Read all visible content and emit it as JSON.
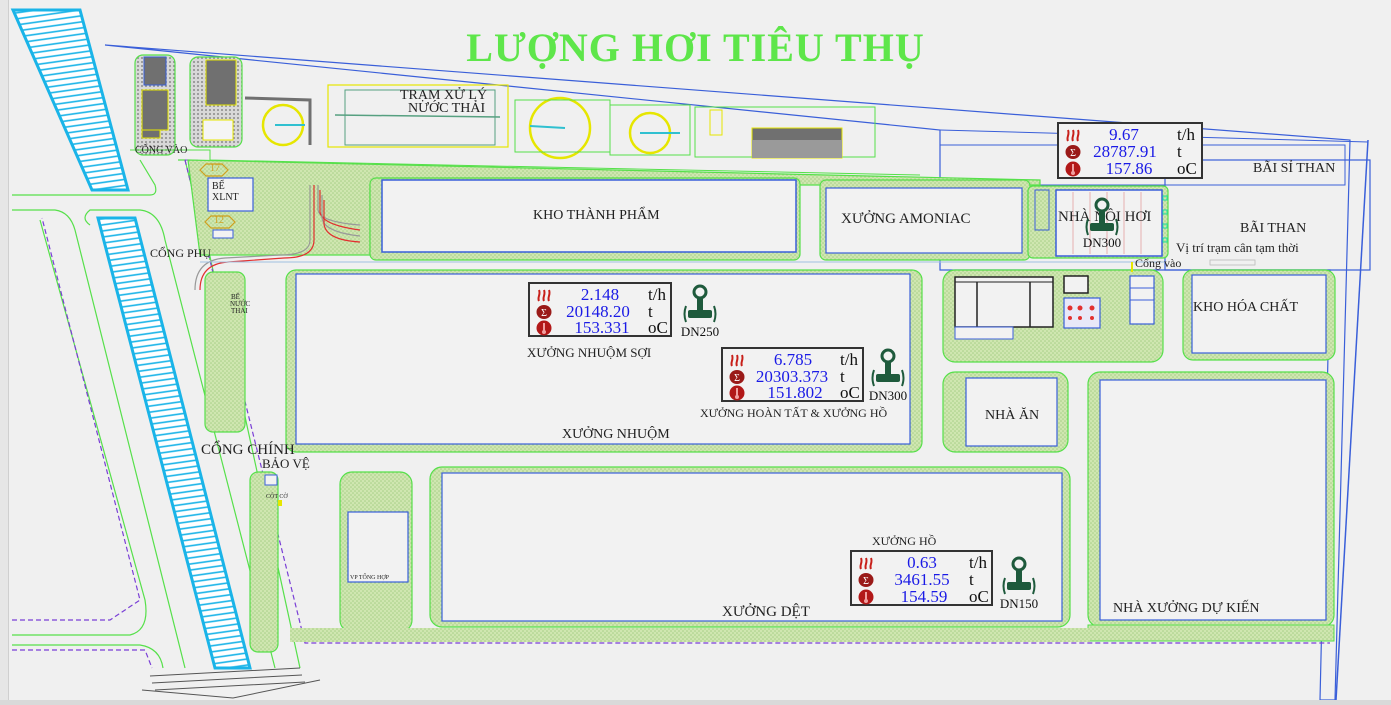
{
  "title": "LƯỢNG HƠI TIÊU THỤ",
  "colors": {
    "title": "#5ee64a",
    "value_text": "#1a1ae6",
    "building_outline": "#3a5fd9",
    "green_zone": "#56e04a",
    "river": "#1ab4e8",
    "pipe": "#e23030",
    "boundary_dashed": "#7a3fd6"
  },
  "areas": {
    "wastewater_station": "TRẠM XỬ LÝ NƯỚC THẢI",
    "wastewater_station_line1": "TRẠM XỬ LÝ",
    "wastewater_station_line2": "NƯỚC THẢI",
    "entrance_top": "CỔNG VÀO",
    "be_xlnt_line1": "BỂ",
    "be_xlnt_line2": "XLNT",
    "tag_17": "17",
    "tag_12": "12",
    "side_gate": "CỔNG PHỤ",
    "be_nuoc_thai_1": "BỂ",
    "be_nuoc_thai_2": "NƯỚC",
    "be_nuoc_thai_3": "THẢI",
    "finished_goods": "KHO THÀNH PHẨM",
    "ammonia": "XƯỞNG AMONIAC",
    "boiler_house": "NHÀ NỒI HƠI",
    "slag_yard": "BÃI SỈ THAN",
    "coal_yard": "BÃI THAN",
    "scale_station": "Vị trí trạm cân tạm thời",
    "entrance_right": "Cổng vào",
    "yarn_dyeing": "XƯỞNG NHUỘM SỢI",
    "finishing_sizing": "XƯỞNG HOÀN TẤT & XƯỞNG HỒ",
    "dyeing": "XƯỞNG NHUỘM",
    "chemical_store": "KHO HÓA CHẤT",
    "canteen": "NHÀ ĂN",
    "main_gate": "CỔNG CHÍNH",
    "security": "BẢO VỆ",
    "flagpole": "CỘT CỜ",
    "general_office": "VP TỔNG HỢP",
    "sizing": "XƯỞNG HỒ",
    "weaving": "XƯỞNG DỆT",
    "planned_factory": "NHÀ XƯỞNG DỰ KIẾN"
  },
  "meters": [
    {
      "id": "boiler",
      "flow": "9.67",
      "total": "28787.91",
      "temp": "157.86",
      "flow_unit": "t/h",
      "total_unit": "t",
      "temp_unit": "oC",
      "pipe_size": "DN300"
    },
    {
      "id": "yarn_dyeing",
      "flow": "2.148",
      "total": "20148.20",
      "temp": "153.331",
      "flow_unit": "t/h",
      "total_unit": "t",
      "temp_unit": "oC",
      "pipe_size": "DN250"
    },
    {
      "id": "finishing",
      "flow": "6.785",
      "total": "20303.373",
      "temp": "151.802",
      "flow_unit": "t/h",
      "total_unit": "t",
      "temp_unit": "oC",
      "pipe_size": "DN300"
    },
    {
      "id": "sizing",
      "flow": "0.63",
      "total": "3461.55",
      "temp": "154.59",
      "flow_unit": "t/h",
      "total_unit": "t",
      "temp_unit": "oC",
      "pipe_size": "DN150"
    }
  ],
  "icons": {
    "flow": "steam-icon",
    "total": "sigma-icon",
    "temp": "thermometer-icon",
    "meter": "flowmeter-icon"
  }
}
